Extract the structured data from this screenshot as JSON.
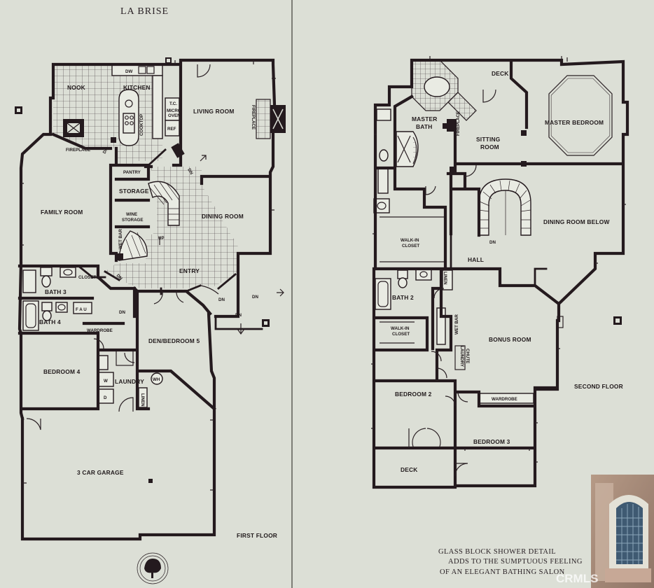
{
  "brochure": {
    "title": "LA BRISE",
    "watermark": "CRMLS"
  },
  "first_floor": {
    "floor_label": "FIRST FLOOR",
    "rooms": {
      "nook": "NOOK",
      "kitchen": "KITCHEN",
      "living_room": "LIVING ROOM",
      "family_room": "FAMILY ROOM",
      "dining_room": "DINING ROOM",
      "entry": "ENTRY",
      "storage": "STORAGE",
      "wine_storage_1": "WINE",
      "wine_storage_2": "STORAGE",
      "pantry": "PANTRY",
      "bath_3": "BATH 3",
      "bath_4": "BATH 4",
      "bedroom_4": "BEDROOM 4",
      "den_bedroom_5": "DEN/BEDROOM 5",
      "laundry": "LAUNDRY",
      "garage": "3 CAR GARAGE",
      "closet": "CLOSET",
      "wardrobe": "WARDROBE"
    },
    "fixtures": {
      "dw": "DW",
      "micro_1": "MICRO",
      "micro_2": "OVEN",
      "tc": "T.C.",
      "ref": "REF",
      "cooktop": "COOKTOP",
      "fireplace_nook": "FIREPLACE",
      "fireplace_living": "FIREPLACE",
      "wet_bar": "WET BAR",
      "fau": "F A U",
      "washer": "W",
      "dryer": "D",
      "water_heater": "WH",
      "linen": "LINEN",
      "up": "UP"
    },
    "stair_marks": {
      "dn_nook": "DN",
      "dn_kitchen": "DN",
      "dn_family": "DN",
      "dn_bath": "DN",
      "dn_den": "DN",
      "dn_porch": "DN",
      "dn_side": "DN"
    }
  },
  "second_floor": {
    "floor_label": "SECOND FLOOR",
    "rooms": {
      "deck_top": "DECK",
      "master_bath_1": "MASTER",
      "master_bath_2": "BATH",
      "sitting_room_1": "SITTING",
      "sitting_room_2": "ROOM",
      "master_bedroom": "MASTER BEDROOM",
      "walk_in_closet_master_1": "WALK-IN",
      "walk_in_closet_master_2": "CLOSET",
      "dining_room_below": "DINING ROOM BELOW",
      "hall": "HALL",
      "bath_2": "BATH 2",
      "walk_in_closet_2_1": "WALK-IN",
      "walk_in_closet_2_2": "CLOSET",
      "bonus_room": "BONUS ROOM",
      "bedroom_2": "BEDROOM 2",
      "bedroom_3": "BEDROOM 3",
      "deck_bottom": "DECK",
      "wardrobe": "WARDROBE"
    },
    "fixtures": {
      "fireplace": "FIREPLACE",
      "linen": "LINEN",
      "wet_bar": "WET BAR",
      "laundry_chute_1": "LAUNDRY",
      "laundry_chute_2": "CHUTE",
      "dn": "DN"
    }
  },
  "caption": {
    "line1": "GLASS BLOCK SHOWER DETAIL",
    "line2": "ADDS TO THE SUMPTUOUS FEELING",
    "line3": "OF AN ELEGANT BATHING SALON"
  },
  "colors": {
    "paper": "#dcdfd6",
    "ink": "#241a1e",
    "gutter": "#7d7d76"
  }
}
